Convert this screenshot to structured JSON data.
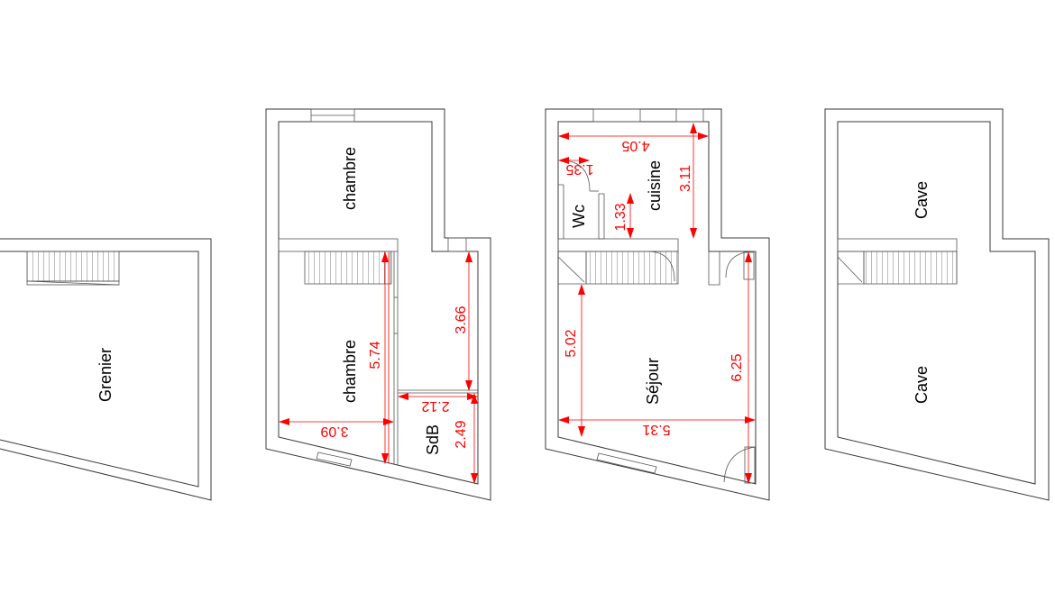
{
  "rooms": {
    "grenier": "Grenier",
    "chambre_top": "chambre",
    "chambre_bottom": "chambre",
    "sdb": "SdB",
    "wc": "Wc",
    "cuisine": "cuisine",
    "sejour": "Séjour",
    "cave_top": "Cave",
    "cave_bottom": "Cave"
  },
  "dimensions": {
    "etage_height_chambre": "5.74",
    "etage_sdb_right": "3.66",
    "etage_width_chambre": "3.09",
    "etage_sdb_width": "2.12",
    "etage_sdb_height": "2.49",
    "rdc_cuisine_width": "4.05",
    "rdc_wc_width": "1.35",
    "rdc_wc_height": "1.33",
    "rdc_cuisine_height": "3.11",
    "rdc_sejour_left": "5.02",
    "rdc_sejour_right": "6.25",
    "rdc_sejour_width": "5.31"
  },
  "colors": {
    "wall": "#3a3a3a",
    "dimension": "#ff0000"
  }
}
